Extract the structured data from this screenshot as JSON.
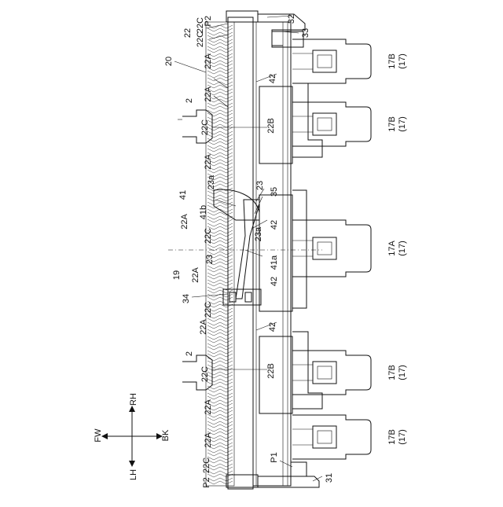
{
  "labels": {
    "p2_top": "P2",
    "c22_top": "22C",
    "l32": "32",
    "l33": "33",
    "l22": "22",
    "l22c_b": "22C",
    "l20": "20",
    "l22a_1": "22A",
    "l22a_2": "22A",
    "l2_top": "2",
    "l22c_left": "22C",
    "l22b_top": "22B",
    "l42_a": "42",
    "l22a_3": "22A",
    "l23a_1": "23a",
    "l23_1": "23",
    "l41": "41",
    "l35": "35",
    "l41b": "41b",
    "l22a_4": "22A",
    "l22c_mid": "22C",
    "l23a_2": "23a",
    "l42_b": "42",
    "l19": "19",
    "l23_2": "23",
    "l22a_5": "22A",
    "l41a": "41a",
    "l42_c": "42",
    "l34": "34",
    "l22c_low": "22C",
    "l22a_6": "22A",
    "l42_d": "42",
    "l2_bot": "2",
    "l22c_left2": "22C",
    "l22b_bot": "22B",
    "l22a_7": "22A",
    "l22a_8": "22A",
    "l22c_bot": "22C",
    "p2_bot": "P2",
    "p1": "P1",
    "l31": "31",
    "seat_1_a": "17B",
    "seat_1_b": "(17)",
    "seat_2_a": "17B",
    "seat_2_b": "(17)",
    "seat_3_a": "17A",
    "seat_3_b": "(17)",
    "seat_4_a": "17B",
    "seat_4_b": "(17)",
    "seat_5_a": "17B",
    "seat_5_b": "(17)"
  },
  "compass": {
    "up": "RH",
    "down": "LH",
    "left": "FW",
    "right": "BK"
  }
}
